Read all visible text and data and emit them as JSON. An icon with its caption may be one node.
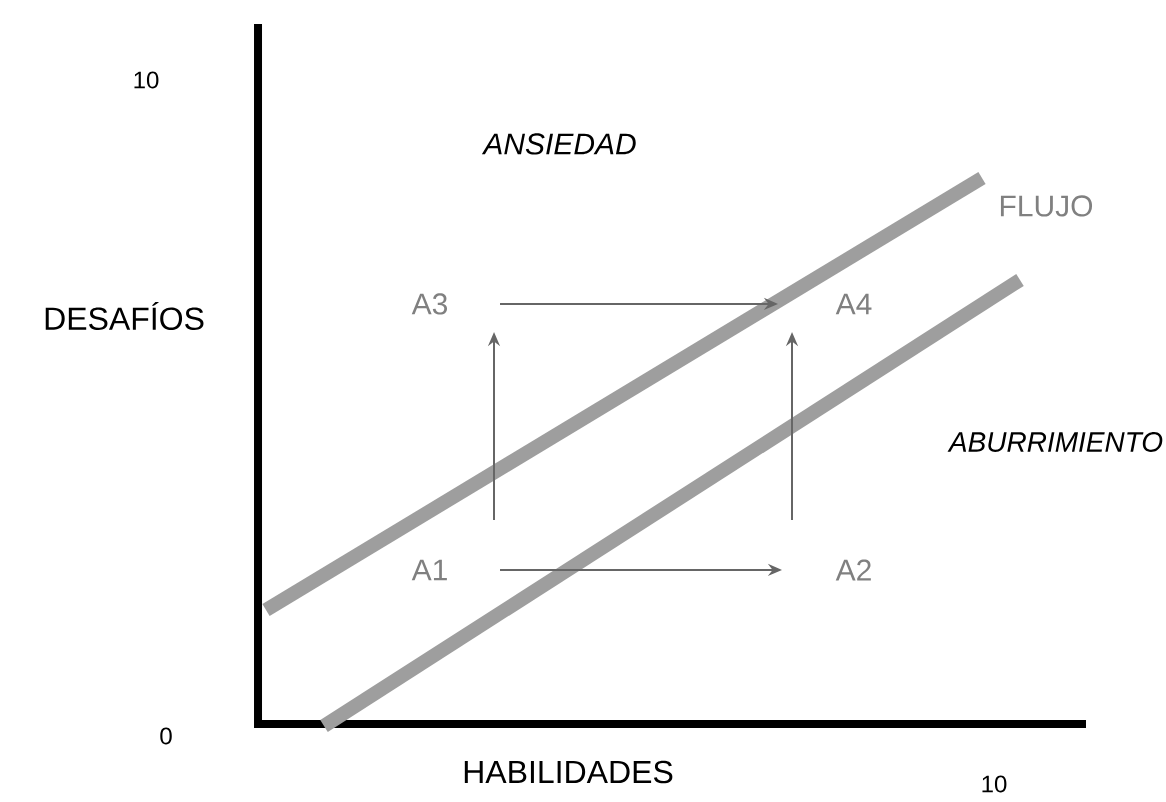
{
  "diagram": {
    "nodes": [
      {
        "text": [
          "A1"
        ]
      },
      {
        "text": [
          "A2"
        ]
      },
      {
        "text": [
          "A3"
        ]
      },
      {
        "text": [
          "A4"
        ]
      }
    ],
    "edges": [
      {
        "from": 0,
        "to": 1,
        "arrow": "to"
      },
      {
        "from": 0,
        "to": 2,
        "arrow": "to"
      },
      {
        "from": 1,
        "to": 3,
        "arrow": "to"
      },
      {
        "from": 2,
        "to": 3,
        "arrow": "to"
      }
    ],
    "labels": [
      "10",
      "ANSIEDAD",
      "FLUJO",
      "DESAFÍOS",
      "ABURRIMIENTO",
      "0",
      "HABILIDADES",
      "10"
    ]
  }
}
